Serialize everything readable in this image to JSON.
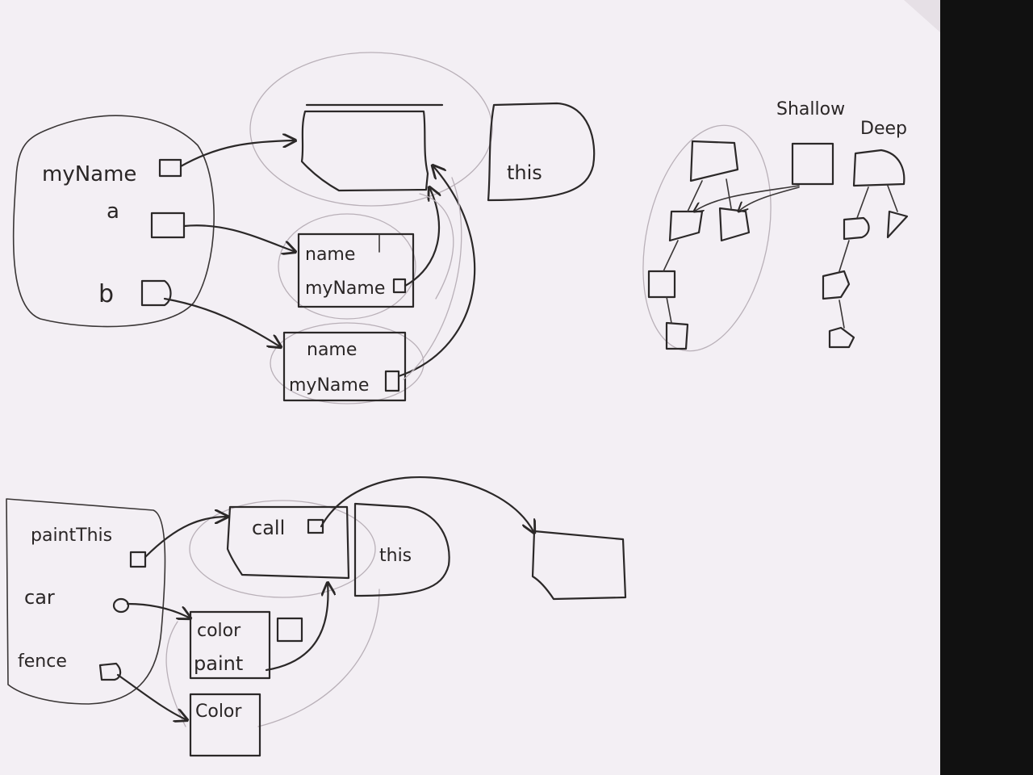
{
  "colors": {
    "paper": "#f3eff4",
    "ink": "#2b2828",
    "pencil": "#b9b0b8",
    "background": "#1a1a1a"
  },
  "top_diagram": {
    "variables": [
      "myName",
      "a",
      "b"
    ],
    "object_fields": [
      "name",
      "myName"
    ],
    "object2_fields": [
      "name",
      "myName"
    ],
    "this_label": "this"
  },
  "corner_diagram": {
    "shallow_label": "Shallow",
    "deep_label": "Deep"
  },
  "bottom_diagram": {
    "variables": [
      "paintThis",
      "car",
      "fence"
    ],
    "method_field": "call",
    "this_label": "this",
    "car_fields": [
      "color",
      "paint"
    ],
    "fence_field": "Color"
  }
}
